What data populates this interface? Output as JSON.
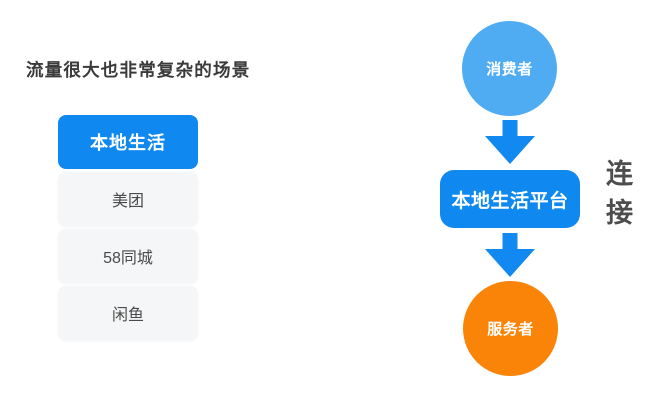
{
  "page": {
    "title": "流量很大也非常复杂的场景"
  },
  "platform_list": {
    "items": [
      {
        "label": "本地生活",
        "state": "active"
      },
      {
        "label": "美团",
        "state": "default"
      },
      {
        "label": "58同城",
        "state": "default"
      },
      {
        "label": "闲鱼",
        "state": "default"
      }
    ]
  },
  "flow": {
    "consumer_label": "消费者",
    "platform_label": "本地生活平台",
    "provider_label": "服务者",
    "connect_chars": [
      "连",
      "接"
    ]
  },
  "icons": {
    "arrow": "down-arrow-icon"
  },
  "colors": {
    "primary_blue": "#0F88EF",
    "consumer_blue": "#4FACF2",
    "provider_orange": "#FA8408",
    "arrow_blue": "#1189F0",
    "list_item_bg": "#F5F6F7",
    "title_text": "#3A3A3A",
    "list_text": "#4A4A4A",
    "connect_text": "#4D4D4D"
  }
}
